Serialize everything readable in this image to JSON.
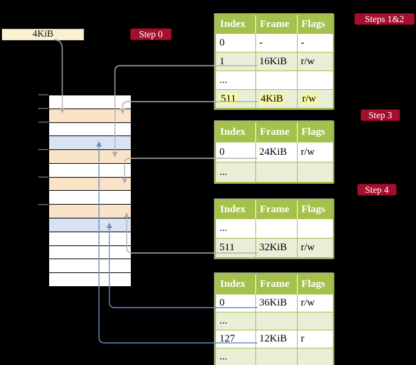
{
  "page_block": {
    "label": "4KiB"
  },
  "steps": {
    "step0": {
      "text": "Step 0"
    },
    "steps12": {
      "text": "Steps 1&2"
    },
    "step3": {
      "text": "Step 3"
    },
    "step4": {
      "text": "Step 4"
    }
  },
  "memory": {
    "rows": [
      "white",
      "peach",
      "white",
      "blue",
      "peach",
      "white",
      "peach",
      "white",
      "peach",
      "blue",
      "white",
      "white",
      "white",
      "white"
    ],
    "tick_row_indices": [
      0,
      1,
      2,
      4,
      6,
      8
    ]
  },
  "tables": [
    {
      "name": "page-table-steps-1-2",
      "headers": [
        "Index",
        "Frame",
        "Flags"
      ],
      "rows": [
        {
          "cells": [
            "0",
            "-",
            "-"
          ],
          "shaded": false
        },
        {
          "cells": [
            "1",
            "16KiB",
            "r/w"
          ],
          "shaded": true,
          "underline": "gray"
        },
        {
          "cells": [
            "...",
            "",
            ""
          ],
          "shaded": false
        },
        {
          "cells": [
            "511",
            "4KiB",
            "r/w"
          ],
          "shaded": true,
          "underline": "gray",
          "highlighted": true
        }
      ]
    },
    {
      "name": "page-table-step-3",
      "headers": [
        "Index",
        "Frame",
        "Flags"
      ],
      "rows": [
        {
          "cells": [
            "0",
            "24KiB",
            "r/w"
          ],
          "shaded": false,
          "underline": "gray"
        },
        {
          "cells": [
            "...",
            "",
            ""
          ],
          "shaded": true
        }
      ]
    },
    {
      "name": "page-table-step-4",
      "headers": [
        "Index",
        "Frame",
        "Flags"
      ],
      "rows": [
        {
          "cells": [
            "...",
            "",
            ""
          ],
          "shaded": false
        },
        {
          "cells": [
            "511",
            "32KiB",
            "r/w"
          ],
          "shaded": true,
          "underline": "gray"
        }
      ]
    },
    {
      "name": "page-table-final",
      "headers": [
        "Index",
        "Frame",
        "Flags"
      ],
      "rows": [
        {
          "cells": [
            "0",
            "36KiB",
            "r/w"
          ],
          "shaded": false,
          "underline": "blue"
        },
        {
          "cells": [
            "...",
            "",
            ""
          ],
          "shaded": true
        },
        {
          "cells": [
            "127",
            "12KiB",
            "r"
          ],
          "shaded": false,
          "underline": "blue"
        },
        {
          "cells": [
            "...",
            "",
            ""
          ],
          "shaded": true
        }
      ]
    }
  ],
  "colors": {
    "badge_red": "#A50F2D",
    "table_green": "#A3C14B",
    "row_shade_green": "#E9EFD6",
    "highlight_yellow": "#FBF6A3",
    "frame_peach": "#FBE3C8",
    "frame_blue": "#D8E4F3",
    "legend_cream": "#FBF0CF",
    "line_gray": "#B0B0B0",
    "line_blue": "#6C8EBF"
  }
}
